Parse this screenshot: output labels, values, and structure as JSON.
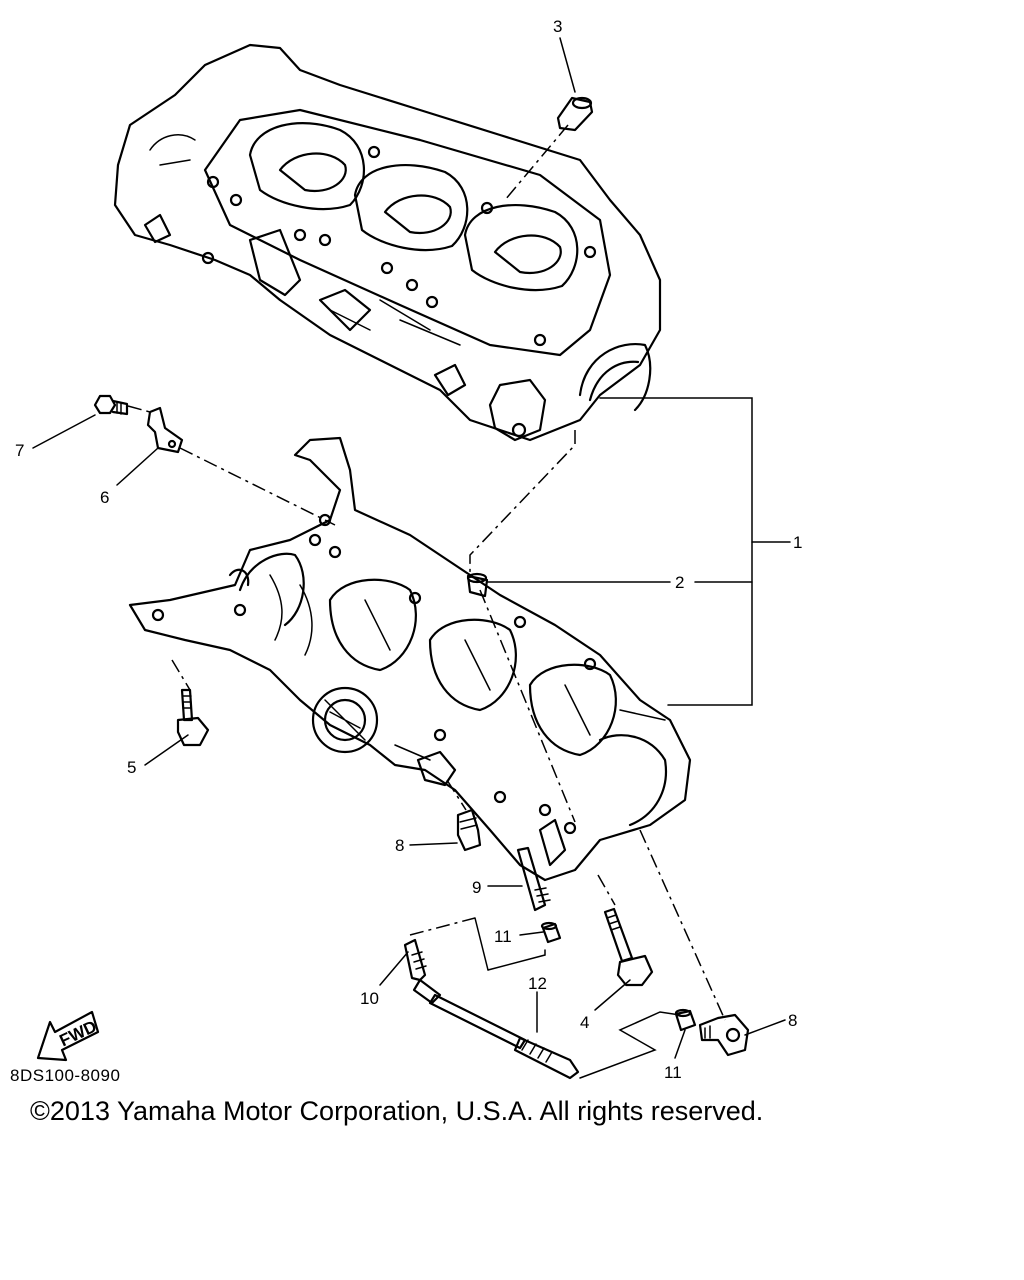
{
  "callouts": {
    "c1": "1",
    "c2": "2",
    "c3": "3",
    "c4": "4",
    "c5": "5",
    "c6": "6",
    "c7": "7",
    "c8a": "8",
    "c8b": "8",
    "c9": "9",
    "c10": "10",
    "c11a": "11",
    "c11b": "11",
    "c12": "12"
  },
  "fwd_label": "FWD",
  "ref_code": "8DS100-8090",
  "copyright": "©2013 Yamaha Motor Corporation, U.S.A. All rights reserved."
}
